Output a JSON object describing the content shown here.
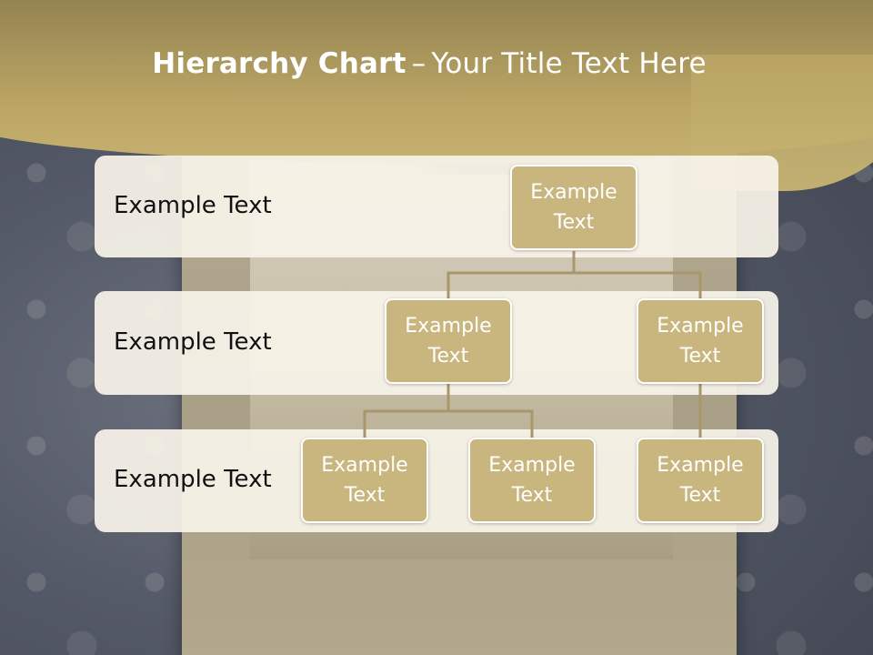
{
  "title": {
    "bold": "Hierarchy Chart",
    "dash": "–",
    "rest": "Your Title Text Here"
  },
  "rows": [
    {
      "label": "Example Text"
    },
    {
      "label": "Example Text"
    },
    {
      "label": "Example Text"
    }
  ],
  "nodes": {
    "level1": [
      "Example Text"
    ],
    "level2": [
      "Example Text",
      "Example Text"
    ],
    "level3": [
      "Example Text",
      "Example Text",
      "Example Text"
    ]
  },
  "colors": {
    "header": "#8a7b4d",
    "node_fill": "#c8b67e",
    "connector": "#a8976a",
    "row_fill": "#f7f3e8"
  }
}
